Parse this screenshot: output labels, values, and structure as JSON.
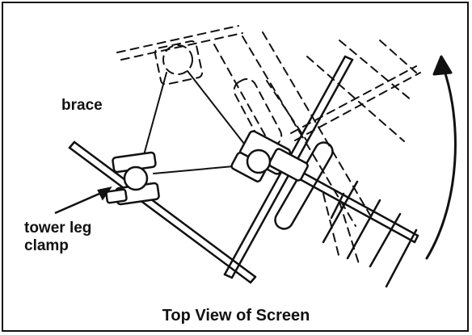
{
  "labels": {
    "brace": "brace",
    "tower_leg_clamp": "tower leg\nclamp"
  },
  "caption": "Top View of Screen",
  "colors": {
    "ink": "#111111",
    "paper": "#ffffff"
  }
}
